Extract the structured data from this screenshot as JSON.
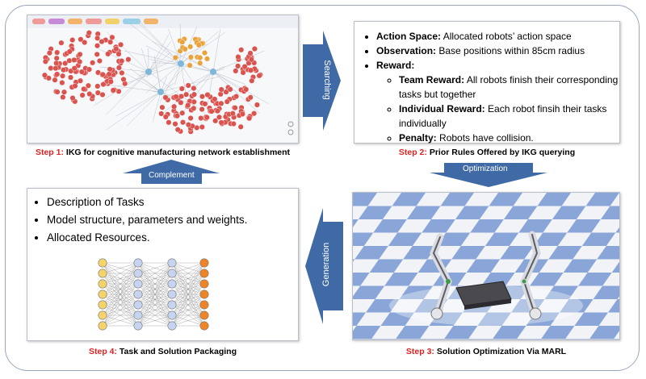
{
  "step1": {
    "step_label": "Step 1:",
    "caption": " IKG for cognitive manufacturing network establishment"
  },
  "step2": {
    "step_label": "Step 2:",
    "caption": " Prior Rules Offered by IKG querying",
    "rules": {
      "action_label": "Action Space:",
      "action_text": " Allocated robots’ action space",
      "observation_label": "Observation:",
      "observation_text": "  Base positions within 85cm radius",
      "reward_label": "Reward:",
      "team_label": "Team Reward:",
      "team_text": " All robots finish their corresponding tasks but together",
      "individual_label": "Individual Reward:",
      "individual_text": "  Each robot  finsih their tasks individually",
      "penalty_label": "Penalty:",
      "penalty_text": " Robots have collision."
    }
  },
  "step3": {
    "step_label": "Step 3:",
    "caption": " Solution Optimization Via MARL"
  },
  "step4": {
    "step_label": "Step 4:",
    "caption": " Task and Solution Packaging",
    "items": [
      "Description of  Tasks",
      "Model structure, parameters and weights.",
      "Allocated Resources."
    ]
  },
  "arrows": {
    "searching": "Searching",
    "optimization": "Optimization",
    "generation": "Generation",
    "complement": "Complement"
  },
  "colors": {
    "arrow": "#3f6aa5",
    "step_red": "#dd2222",
    "graph_node": "#d9534f",
    "graph_node_accent": "#e8a33d",
    "nn_input": "#f4d46a",
    "nn_hidden": "#c6d4ef",
    "nn_output": "#ee8426",
    "floor_blue": "#8aa6d8"
  }
}
